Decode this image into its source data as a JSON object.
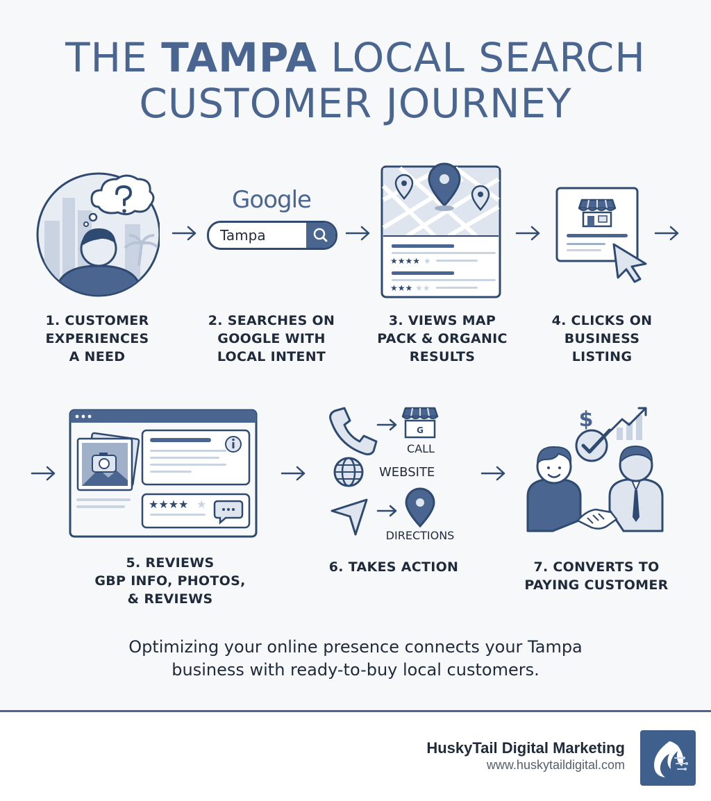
{
  "title": {
    "line1_pre": "THE ",
    "line1_bold": "TAMPA",
    "line1_post": " LOCAL SEARCH",
    "line2": "CUSTOMER JOURNEY"
  },
  "steps": [
    {
      "lines": [
        "1. CUSTOMER",
        "EXPERIENCES",
        "A NEED"
      ]
    },
    {
      "lines": [
        "2. SEARCHES ON",
        "GOOGLE WITH",
        "LOCAL INTENT"
      ],
      "search_brand": "Google",
      "search_query": "Tampa"
    },
    {
      "lines": [
        "3. VIEWS MAP",
        "PACK & ORGANIC",
        "RESULTS"
      ]
    },
    {
      "lines": [
        "4. CLICKS ON",
        "BUSINESS",
        "LISTING"
      ]
    },
    {
      "lines": [
        "5. REVIEWS",
        "GBP INFO, PHOTOS,",
        "& REVIEWS"
      ]
    },
    {
      "lines": [
        "6. TAKES ACTION"
      ],
      "actions": {
        "call": "CALL",
        "website": "WEBSITE",
        "directions": "DIRECTIONS",
        "store_letter": "G"
      }
    },
    {
      "lines": [
        "7. CONVERTS TO",
        "PAYING CUSTOMER"
      ],
      "currency": "$"
    }
  ],
  "tagline": {
    "line1": "Optimizing your online presence connects your Tampa",
    "line2": "business with ready-to-buy local customers."
  },
  "footer": {
    "brand": "HuskyTail Digital Marketing",
    "url": "www.huskytaildigital.com"
  },
  "colors": {
    "accent": "#4a6690",
    "dark": "#2f4a70",
    "light": "#dfe5ee",
    "text": "#1f2a3a"
  }
}
